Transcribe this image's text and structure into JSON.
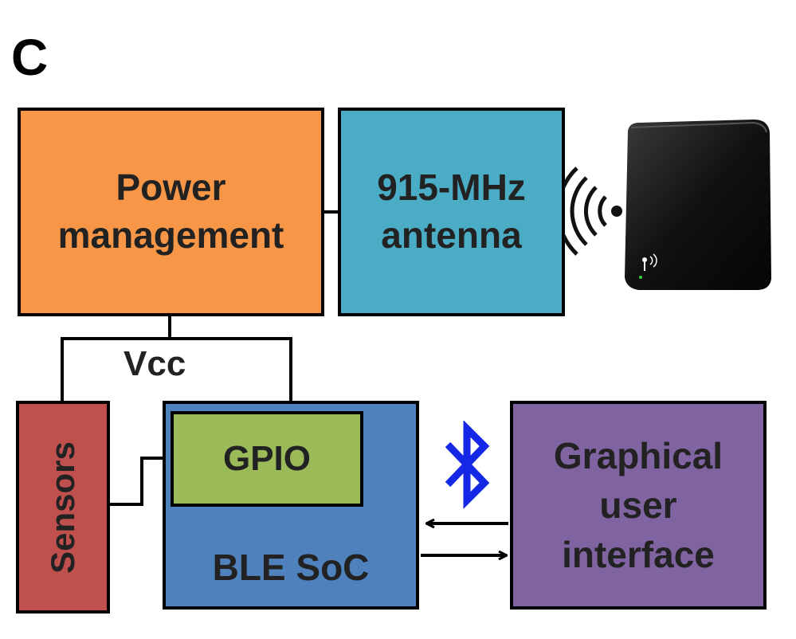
{
  "panel_label": "C",
  "blocks": {
    "power": [
      "Power",
      "management"
    ],
    "antenna": [
      "915-MHz",
      "antenna"
    ],
    "sensors": "Sensors",
    "gpio": "GPIO",
    "ble": "BLE SoC",
    "gui": [
      "Graphical",
      "user",
      "interface"
    ]
  },
  "vcc_label": "Vcc",
  "icons": {
    "reader": "rfid-reader-icon",
    "waves": "wireless-signal-icon",
    "bluetooth": "bluetooth-icon"
  },
  "colors": {
    "power": "#F79646",
    "antenna": "#4BACC6",
    "sensors": "#C0504D",
    "ble": "#4F81BD",
    "gpio": "#9BBB59",
    "gui": "#8064A2",
    "bluetooth": "#1428E6"
  }
}
